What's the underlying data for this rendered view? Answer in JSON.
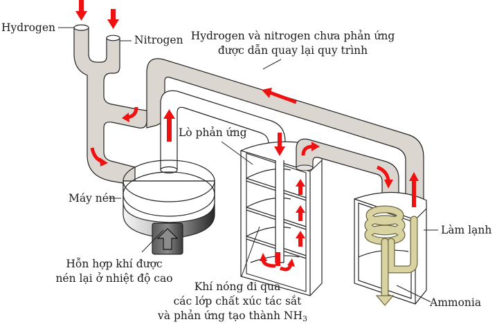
{
  "diagram": {
    "title": "Haber process ammonia synthesis",
    "labels": {
      "hydrogen": "Hydrogen",
      "nitrogen": "Nitrogen",
      "recycle_line1": "Hydrogen và nitrogen chưa phản ứng",
      "recycle_line2": "được dẫn quay lại quy trình",
      "reactor": "Lò phản ứng",
      "compressor": "Máy nén",
      "compressed_line1": "Hỗn hợp khí được",
      "compressed_line2": "nén lại ở nhiệt độ cao",
      "catalyst_line1": "Khí nóng đi qua",
      "catalyst_line2": "các lớp chất xúc tác sắt",
      "catalyst_line3": "và phản ứng tạo thành NH",
      "catalyst_line3_sub": "3",
      "cooler": "Làm lạnh",
      "ammonia": "Ammonia"
    },
    "colors": {
      "pipe": "#dcd6d0",
      "flow_arrow": "#ee1111",
      "coil": "#d8d3a0",
      "compressor_dark": "#3a3a3a"
    }
  }
}
